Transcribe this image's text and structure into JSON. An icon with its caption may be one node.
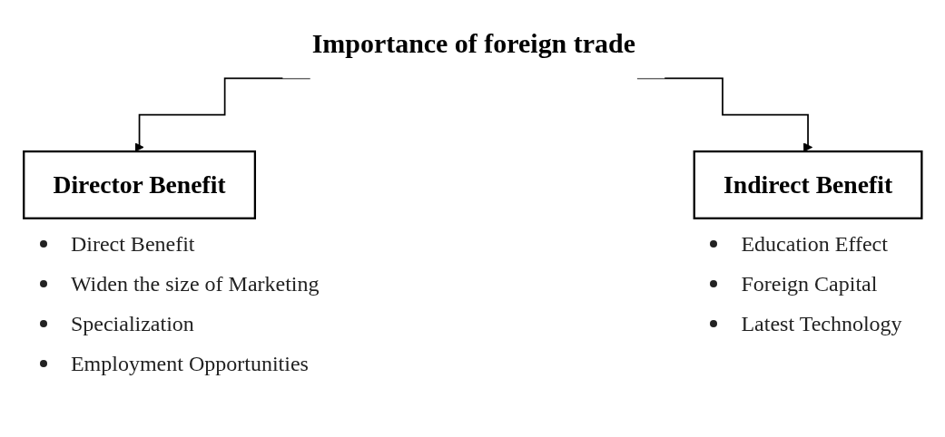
{
  "diagram": {
    "nodes": [
      {
        "text": [
          "Importance of foreign trade"
        ]
      },
      {
        "text": [
          "Director Benefit"
        ],
        "beside": [
          "Direct Benefit",
          "Widen the size of Marketing",
          "Specialization",
          "Employment Opportunities"
        ]
      },
      {
        "text": [
          "Indirect Benefit"
        ],
        "beside": [
          "Education Effect",
          "Foreign Capital",
          "Latest Technology"
        ]
      }
    ],
    "edges": [
      {
        "from": 0,
        "to": 1,
        "arrow": "to"
      },
      {
        "from": 0,
        "to": 2,
        "arrow": "to"
      }
    ]
  }
}
